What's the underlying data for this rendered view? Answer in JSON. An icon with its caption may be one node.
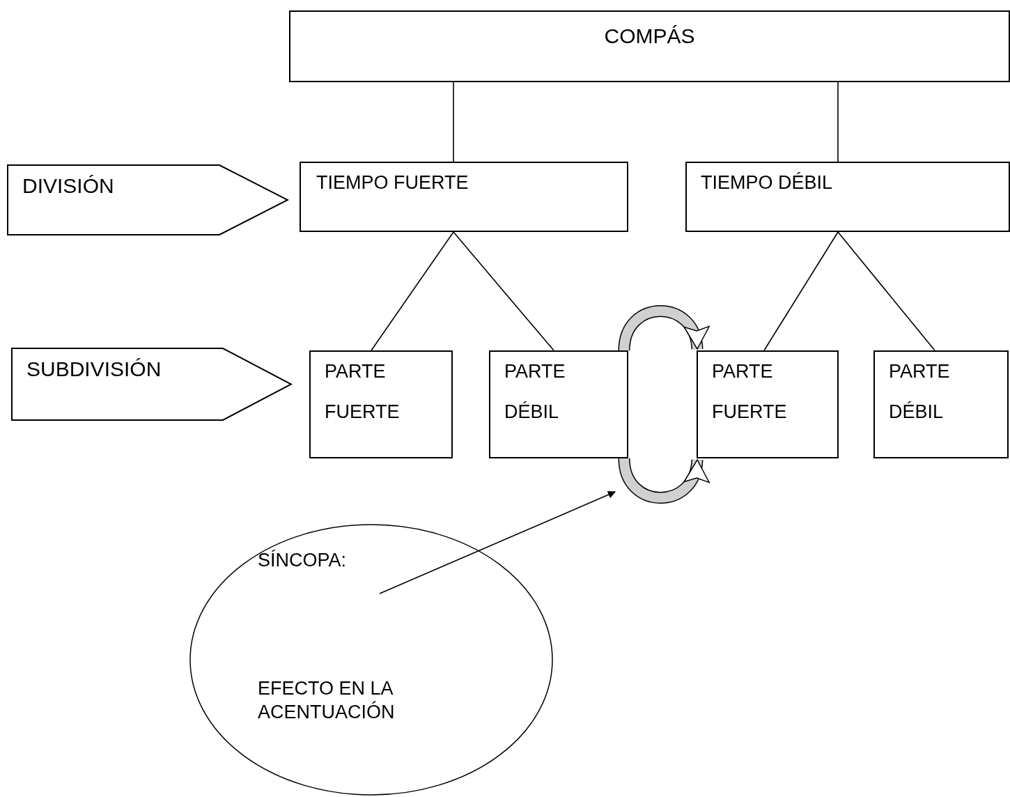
{
  "diagram": {
    "nodes": [
      {
        "text": [
          "COMPÁS"
        ]
      },
      {
        "text": [
          "DIVISIÓN"
        ]
      },
      {
        "text": [
          "TIEMPO FUERTE"
        ]
      },
      {
        "text": [
          "TIEMPO DÉBIL"
        ]
      },
      {
        "text": [
          "SUBDIVISIÓN"
        ]
      },
      {
        "text": [
          "PARTE",
          "FUERTE"
        ]
      },
      {
        "text": [
          "PARTE",
          "DÉBIL"
        ]
      },
      {
        "text": [
          "PARTE",
          "FUERTE"
        ]
      },
      {
        "text": [
          "PARTE",
          "DÉBIL"
        ]
      },
      {
        "text": [
          "SÍNCOPA:",
          "EFECTO EN LA ACENTUACIÓN"
        ]
      }
    ],
    "edges": [
      {
        "from": 0,
        "to": 2,
        "arrow": "none"
      },
      {
        "from": 0,
        "to": 3,
        "arrow": "none"
      },
      {
        "from": 2,
        "to": 5,
        "arrow": "none"
      },
      {
        "from": 2,
        "to": 6,
        "arrow": "none"
      },
      {
        "from": 3,
        "to": 7,
        "arrow": "none"
      },
      {
        "from": 3,
        "to": 8,
        "arrow": "none"
      },
      {
        "from": 6,
        "to": 7,
        "arrow": "to",
        "style": "thick",
        "color": "#d0d0d0"
      },
      {
        "from": 6,
        "to": 7,
        "arrow": "to",
        "style": "thick",
        "color": "#d0d0d0"
      },
      {
        "from": 9,
        "to": null,
        "arrow": "to"
      }
    ]
  }
}
